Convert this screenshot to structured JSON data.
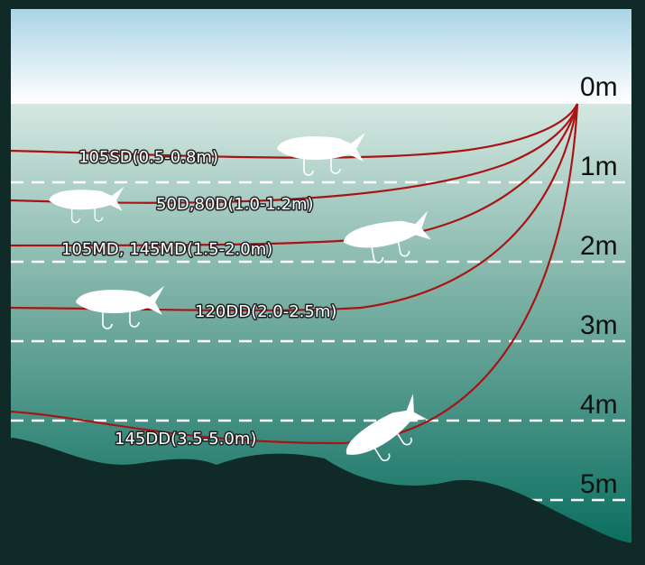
{
  "depth_labels": [
    "0m",
    "1m",
    "2m",
    "3m",
    "4m",
    "5m"
  ],
  "lures": [
    {
      "label": "105SD(0.5-0.8m)"
    },
    {
      "label": "50D,80D(1.0-1.2m)"
    },
    {
      "label": "105MD, 145MD(1.5-2.0m)"
    },
    {
      "label": "120DD(2.0-2.5m)"
    },
    {
      "label": "145DD(3.5-5.0m)"
    }
  ],
  "colors": {
    "line": "#a81414",
    "frame": "#0f2a27",
    "water_top": "#d2e6e0",
    "water_bottom": "#006c5b"
  }
}
